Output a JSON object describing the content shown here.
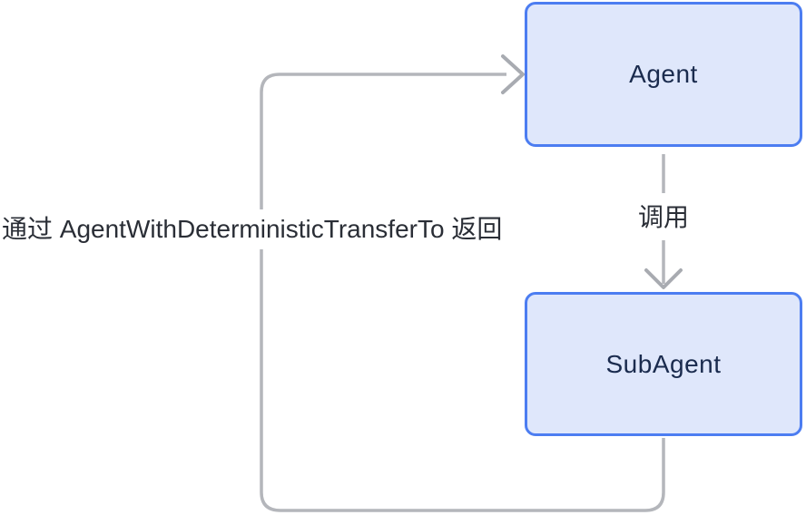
{
  "nodes": [
    {
      "id": "agent",
      "label": "Agent"
    },
    {
      "id": "subagent",
      "label": "SubAgent"
    }
  ],
  "edges": [
    {
      "id": "call",
      "from": "Agent",
      "to": "SubAgent",
      "label": "调用"
    },
    {
      "id": "return",
      "from": "SubAgent",
      "to": "Agent",
      "label": "通过 AgentWithDeterministicTransferTo 返回"
    }
  ],
  "colors": {
    "background": "#ffffff",
    "node_fill": "#dfe7fb",
    "node_border": "#4c7df1",
    "node_text": "#1a2b4e",
    "edge_line": "#b4b6bb",
    "edge_head": "#a8abb1",
    "edge_text": "#2a2e36"
  }
}
